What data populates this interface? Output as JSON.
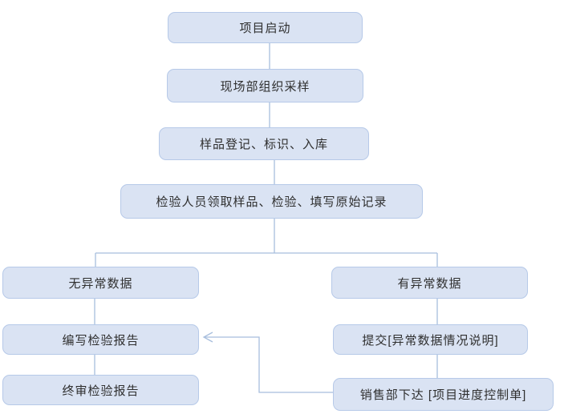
{
  "colors": {
    "background": "#ffffff",
    "node_fill": "#dae3f3",
    "node_border": "#b6c9e8",
    "connector": "#a8bedd",
    "text": "#2f2f2f"
  },
  "flowchart": {
    "nodes": [
      {
        "id": "project-start",
        "label": "项目启动"
      },
      {
        "id": "field-sampling",
        "label": "现场部组织采样"
      },
      {
        "id": "sample-registration",
        "label": "样品登记、标识、入库"
      },
      {
        "id": "inspection-record",
        "label": "检验人员领取样品、检验、填写原始记录"
      },
      {
        "id": "no-abnormal-data",
        "label": "无异常数据"
      },
      {
        "id": "abnormal-data",
        "label": "有异常数据"
      },
      {
        "id": "write-report",
        "label": "编写检验报告"
      },
      {
        "id": "submit-abnormal-statement",
        "label": "提交[异常数据情况说明]"
      },
      {
        "id": "final-review-report",
        "label": "终审检验报告"
      },
      {
        "id": "sales-issue-control-sheet",
        "label": "销售部下达 [项目进度控制单]"
      }
    ],
    "edges": [
      {
        "from": "project-start",
        "to": "field-sampling",
        "arrow": false
      },
      {
        "from": "field-sampling",
        "to": "sample-registration",
        "arrow": false
      },
      {
        "from": "sample-registration",
        "to": "inspection-record",
        "arrow": false
      },
      {
        "from": "inspection-record",
        "to": "no-abnormal-data",
        "arrow": false
      },
      {
        "from": "inspection-record",
        "to": "abnormal-data",
        "arrow": false
      },
      {
        "from": "no-abnormal-data",
        "to": "write-report",
        "arrow": false
      },
      {
        "from": "write-report",
        "to": "final-review-report",
        "arrow": false
      },
      {
        "from": "abnormal-data",
        "to": "submit-abnormal-statement",
        "arrow": false
      },
      {
        "from": "submit-abnormal-statement",
        "to": "sales-issue-control-sheet",
        "arrow": false
      },
      {
        "from": "sales-issue-control-sheet",
        "to": "write-report",
        "arrow": true
      }
    ]
  }
}
